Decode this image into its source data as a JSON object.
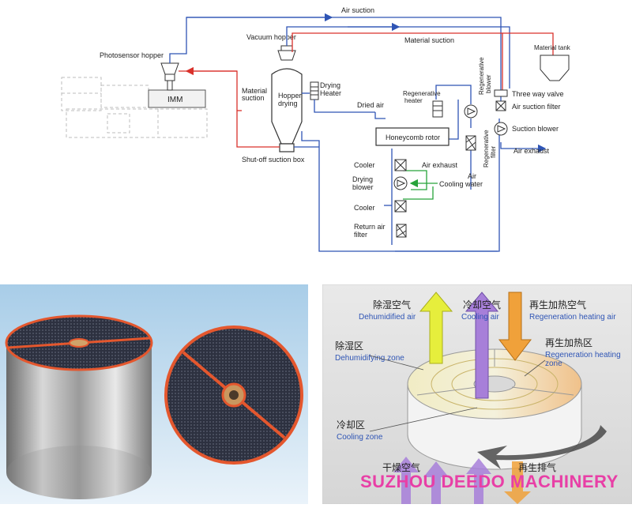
{
  "flow": {
    "air_suction": "Air suction",
    "vacuum_hopper": "Vacuum hopper",
    "material_suction_top": "Material suction",
    "photosensor_hopper": "Photosensor hopper",
    "material_tank": "Material tank",
    "imm": "IMM",
    "material_suction_left": [
      "Material",
      "suction"
    ],
    "hopper_drying": [
      "Hopper",
      "drying"
    ],
    "drying_heater": [
      "Drying",
      "Heater"
    ],
    "regenerative_heater": [
      "Regenerative",
      "heater"
    ],
    "regenerative_blower": [
      "Regenerative",
      "blower"
    ],
    "three_way_valve": "Three way valve",
    "air_suction_filter": "Air suction filter",
    "dried_air": "Dried air",
    "honeycomb_rotor": "Honeycomb rotor",
    "suction_blower": "Suction blower",
    "air_exhaust_right": "Air exhaust",
    "regenerative_filter": [
      "Regenerative",
      "filter"
    ],
    "shutoff_suction_box": "Shut-off suction box",
    "cooler_top": "Cooler",
    "air_exhaust_mid": "Air exhaust",
    "drying_blower": [
      "Drying",
      "blower"
    ],
    "cooling_water": "Cooling water",
    "air": "Air",
    "cooler_bottom": "Cooler",
    "return_air_filter": [
      "Return air",
      "filter"
    ]
  },
  "zones": {
    "dehumidified_air_cn": "除湿空气",
    "dehumidified_air_en": "Dehumidified air",
    "cooling_air_cn": "冷却空气",
    "cooling_air_en": "Cooling air",
    "regen_heating_air_cn": "再生加热空气",
    "regen_heating_air_en": "Regeneration heating air",
    "dehumidifying_zone_cn": "除湿区",
    "dehumidifying_zone_en": "Dehumidifying zone",
    "regen_heating_zone_cn": "再生加热区",
    "regen_heating_zone_en": [
      "Regeneration heating",
      "zone"
    ],
    "cooling_zone_cn": "冷却区",
    "cooling_zone_en": "Cooling zone",
    "dry_air_cn": "干燥空气",
    "regen_exhaust_cn": "再生排气"
  },
  "watermark": "SUZHOU DEEDO MACHINERY",
  "colors": {
    "air_line": "#2f55b5",
    "material_line": "#d9312b",
    "water_line": "#27a33a",
    "rotor_rim": "#e4572e",
    "dehumid_arrow": "#e6ee3c",
    "cooling_arrow": "#a77fd9",
    "regen_arrow": "#f0a13a",
    "watermark": "#e83fa6"
  }
}
